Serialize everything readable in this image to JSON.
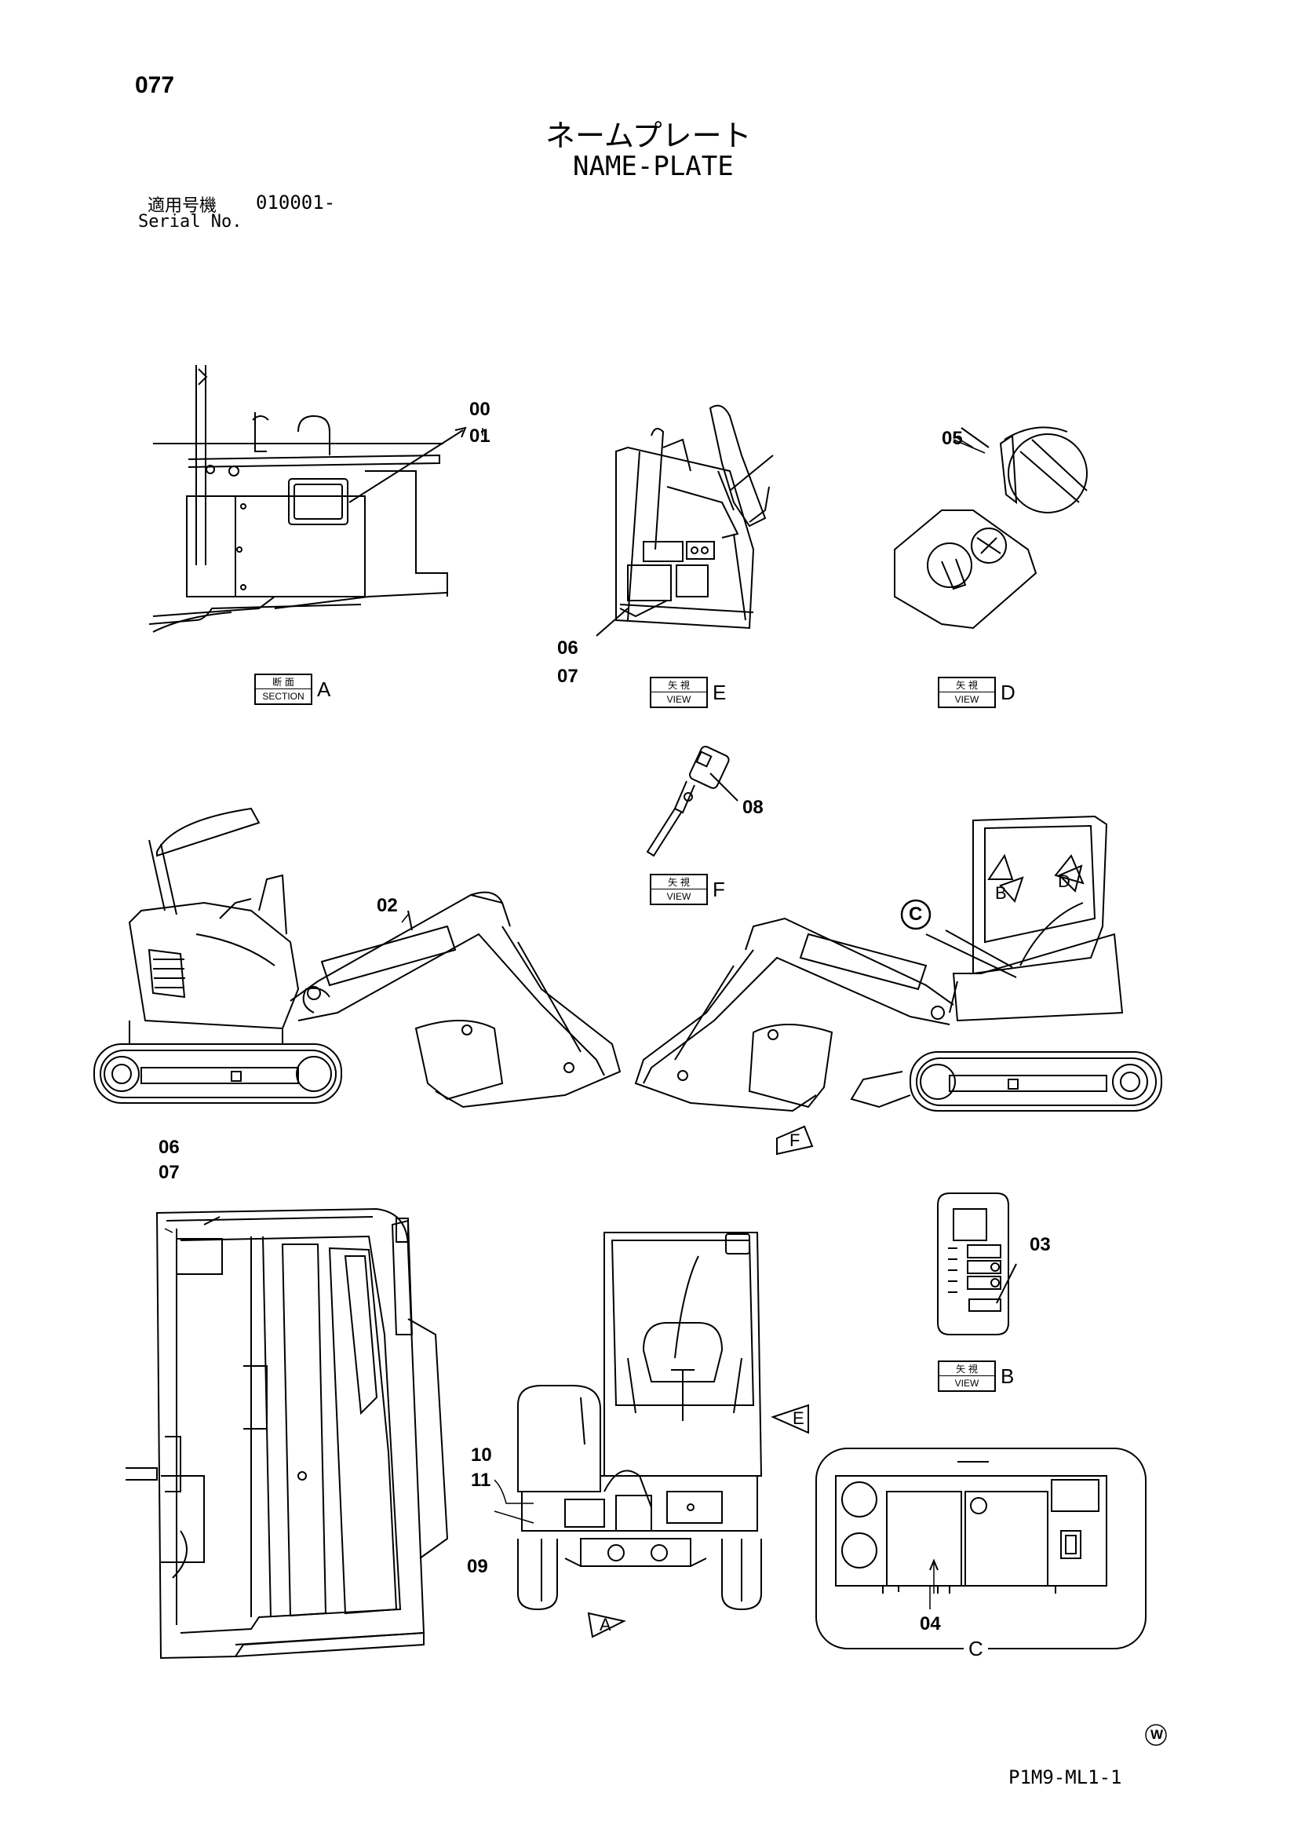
{
  "header": {
    "page_number": "077",
    "title_jp": "ネームプレート",
    "title_en": "NAME-PLATE",
    "serial_label_jp": "適用号機",
    "serial_value": "010001-",
    "serial_label_en": "Serial No."
  },
  "view_tags": {
    "section_a": {
      "jp": "断 面",
      "en": "SECTION",
      "letter": "A"
    },
    "view_e": {
      "jp": "矢 視",
      "en": "VIEW",
      "letter": "E"
    },
    "view_d": {
      "jp": "矢 視",
      "en": "VIEW",
      "letter": "D"
    },
    "view_f": {
      "jp": "矢 視",
      "en": "VIEW",
      "letter": "F"
    },
    "view_b": {
      "jp": "矢 視",
      "en": "VIEW",
      "letter": "B"
    }
  },
  "callouts": {
    "n00": "00",
    "n01": "01",
    "n02": "02",
    "n03": "03",
    "n04": "04",
    "n05": "05",
    "n06_top": "06",
    "n07_top": "07",
    "n06_cab": "06",
    "n07_cab": "07",
    "n08": "08",
    "n09": "09",
    "n10": "10",
    "n11": "11"
  },
  "arrow_markers": {
    "b": "B",
    "c": "C",
    "d": "D",
    "f": "F",
    "e": "E",
    "a": "A",
    "c_detail": "C"
  },
  "footer": {
    "logo_mark": "W",
    "drawing_code": "P1M9-ML1-1"
  }
}
